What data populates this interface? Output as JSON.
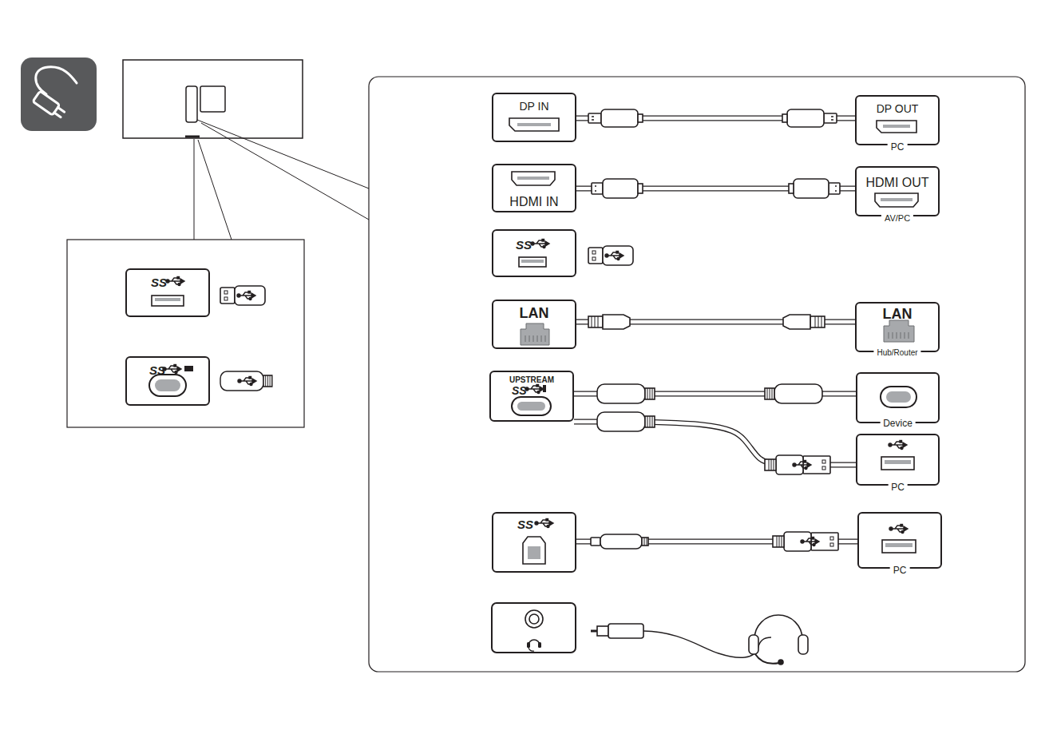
{
  "diagram": {
    "nodes": [
      {
        "text": [
          "DP IN"
        ]
      },
      {
        "text": [
          "DP OUT",
          "PC"
        ]
      },
      {
        "text": [
          "HDMI IN"
        ]
      },
      {
        "text": [
          "HDMI OUT",
          "AV/PC"
        ]
      },
      {
        "text": [
          "SS"
        ]
      },
      {
        "text": [
          "LAN"
        ]
      },
      {
        "text": [
          "LAN",
          "Hub/Router"
        ]
      },
      {
        "text": [
          "UPSTREAM",
          "SS"
        ]
      },
      {
        "text": [
          "Device"
        ]
      },
      {
        "text": [
          "PC"
        ]
      },
      {
        "text": [
          "SS"
        ]
      },
      {
        "text": [
          "PC"
        ]
      },
      {
        "text": [
          "SS"
        ]
      },
      {
        "text": [
          "SS"
        ]
      }
    ],
    "edges": [
      {
        "from": 0,
        "to": 1,
        "arrow": "none"
      },
      {
        "from": 2,
        "to": 3,
        "arrow": "none"
      },
      {
        "from": 5,
        "to": 6,
        "arrow": "none"
      },
      {
        "from": 7,
        "to": 8,
        "arrow": "none"
      },
      {
        "from": 7,
        "to": 9,
        "arrow": "none"
      },
      {
        "from": 10,
        "to": 11,
        "arrow": "none"
      }
    ]
  }
}
